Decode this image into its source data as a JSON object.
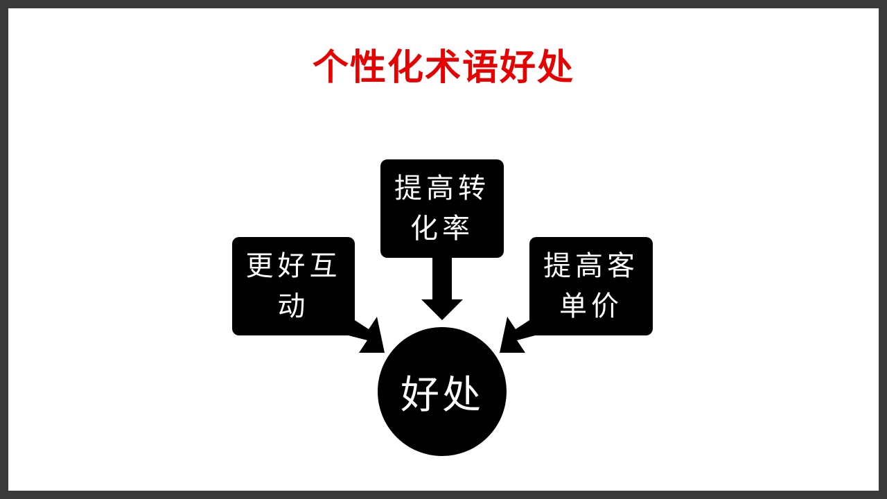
{
  "title": "个性化术语好处",
  "center": {
    "label": "好处"
  },
  "boxes": {
    "left": {
      "line1": "更好互",
      "line2": "动"
    },
    "top": {
      "line1": "提高转",
      "line2": "化率"
    },
    "right": {
      "line1": "提高客",
      "line2": "单价"
    }
  },
  "colors": {
    "title": "#e60000",
    "shape": "#000000",
    "text_on_shape": "#ffffff",
    "background": "#ffffff",
    "frame": "#3a3a3a"
  }
}
